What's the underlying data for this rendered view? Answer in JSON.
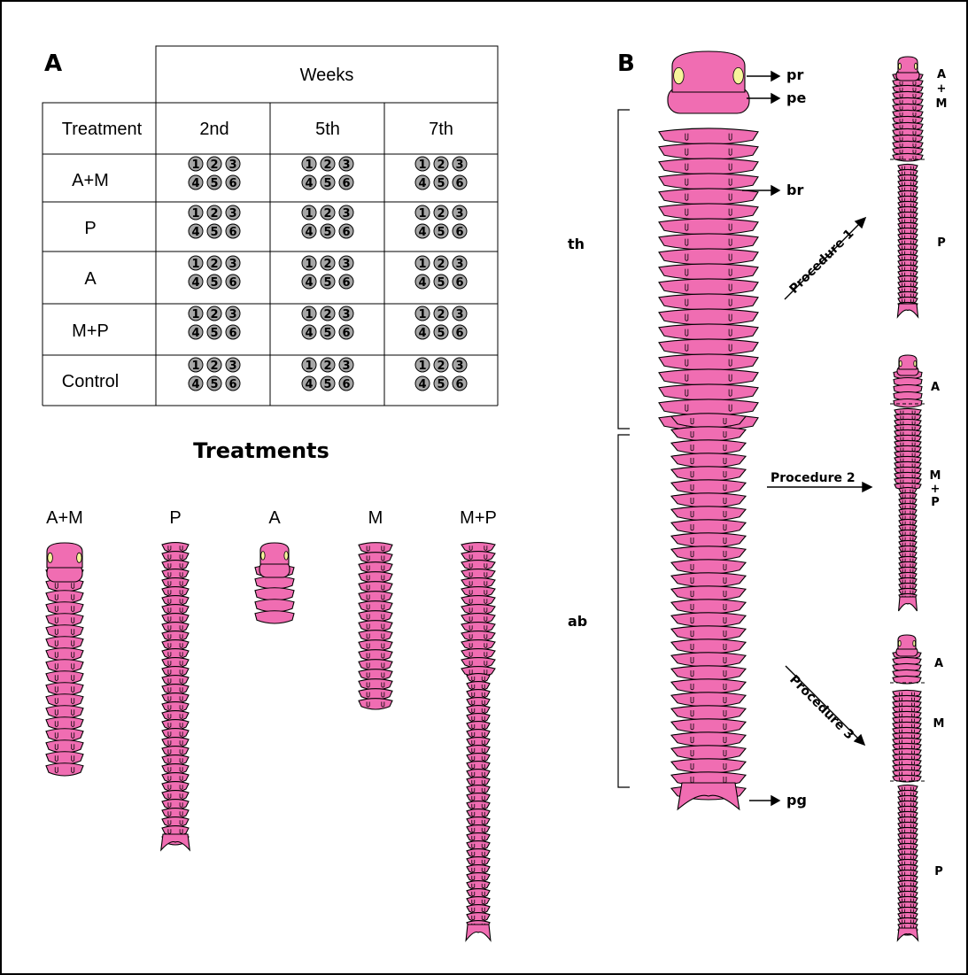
{
  "colors": {
    "body": "#f06db2",
    "eye": "#f7f59b",
    "circle": "#a6a6a6",
    "frame": "#000000"
  },
  "panel_a": {
    "label": "A",
    "table": {
      "group_header": "Weeks",
      "row_header": "Treatment",
      "columns": [
        "2nd",
        "5th",
        "7th"
      ],
      "rows": [
        "A+M",
        "P",
        "A",
        "M+P",
        "Control"
      ],
      "replicates": [
        "1",
        "2",
        "3",
        "4",
        "5",
        "6"
      ]
    },
    "treatments_title": "Treatments",
    "treatments": [
      "A+M",
      "P",
      "A",
      "M",
      "M+P"
    ]
  },
  "panel_b": {
    "label": "B",
    "labels": {
      "pr": "pr",
      "pe": "pe",
      "br": "br",
      "pg": "pg",
      "th": "th",
      "ab": "ab"
    },
    "procedures": [
      "Procedure 1",
      "Procedure 2",
      "Procedure 3"
    ],
    "fragments": {
      "p1_top": [
        "A",
        "+",
        "M"
      ],
      "p1_bottom": "P",
      "p2_top": "A",
      "p2_bottom": [
        "M",
        "+",
        "P"
      ],
      "p3_top": "A",
      "p3_mid": "M",
      "p3_bottom": "P"
    }
  }
}
